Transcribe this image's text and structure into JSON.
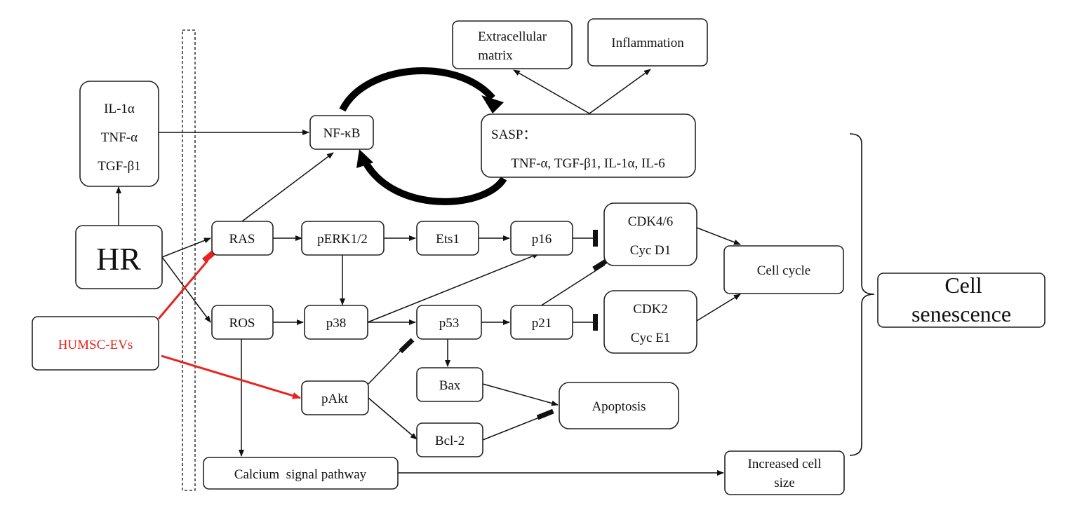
{
  "colors": {
    "stroke": "#111111",
    "box_stroke": "#222222",
    "intervention": "#e8231f",
    "background": "#ffffff"
  },
  "nodes": {
    "extracellular_matrix": {
      "lines": [
        "Extracellular",
        "matrix"
      ]
    },
    "inflammation": {
      "lines": [
        "Inflammation"
      ]
    },
    "cytokines": {
      "lines": [
        "IL-1α",
        "TNF-α",
        "TGF-β1"
      ]
    },
    "nfkb": {
      "lines": [
        "NF-κB"
      ]
    },
    "sasp": {
      "lines": [
        "SASP：",
        "TNF-α, TGF-β1, IL-1α, IL-6"
      ]
    },
    "hr": {
      "lines": [
        "HR"
      ]
    },
    "ras": {
      "lines": [
        "RAS"
      ]
    },
    "perk": {
      "lines": [
        "pERK1/2"
      ]
    },
    "ets1": {
      "lines": [
        "Ets1"
      ]
    },
    "p16": {
      "lines": [
        "p16"
      ]
    },
    "cdk46": {
      "lines": [
        "CDK4/6",
        "Cyc D1"
      ]
    },
    "cell_cycle": {
      "lines": [
        "Cell cycle"
      ]
    },
    "cell_senescence": {
      "lines": [
        "Cell",
        "senescence"
      ]
    },
    "humsc_evs": {
      "lines": [
        "HUMSC-EVs"
      ]
    },
    "ros": {
      "lines": [
        "ROS"
      ]
    },
    "p38": {
      "lines": [
        "p38"
      ]
    },
    "p53": {
      "lines": [
        "p53"
      ]
    },
    "p21": {
      "lines": [
        "p21"
      ]
    },
    "cdk2": {
      "lines": [
        "CDK2",
        "Cyc E1"
      ]
    },
    "pakt": {
      "lines": [
        "pAkt"
      ]
    },
    "bax": {
      "lines": [
        "Bax"
      ]
    },
    "bcl2": {
      "lines": [
        "Bcl-2"
      ]
    },
    "apoptosis": {
      "lines": [
        "Apoptosis"
      ]
    },
    "calcium": {
      "lines": [
        "Calcium  signal pathway"
      ]
    },
    "cell_size": {
      "lines": [
        "Increased cell",
        "size"
      ]
    }
  },
  "edges": [
    {
      "from": "cytokines",
      "to": "nfkb",
      "type": "activation"
    },
    {
      "from": "hr",
      "to": "cytokines",
      "type": "activation"
    },
    {
      "from": "hr",
      "to": "ras",
      "type": "activation"
    },
    {
      "from": "hr",
      "to": "ros",
      "type": "activation"
    },
    {
      "from": "ras",
      "to": "nfkb",
      "type": "activation"
    },
    {
      "from": "ras",
      "to": "perk",
      "type": "activation"
    },
    {
      "from": "perk",
      "to": "ets1",
      "type": "activation"
    },
    {
      "from": "ets1",
      "to": "p16",
      "type": "activation"
    },
    {
      "from": "perk",
      "to": "p38",
      "type": "activation"
    },
    {
      "from": "ros",
      "to": "p38",
      "type": "activation"
    },
    {
      "from": "p38",
      "to": "p16",
      "type": "activation"
    },
    {
      "from": "p38",
      "to": "p53",
      "type": "activation"
    },
    {
      "from": "p53",
      "to": "p21",
      "type": "activation"
    },
    {
      "from": "p16",
      "to": "cdk46",
      "type": "inhibition"
    },
    {
      "from": "p21",
      "to": "cdk46",
      "type": "inhibition"
    },
    {
      "from": "p21",
      "to": "cdk2",
      "type": "inhibition"
    },
    {
      "from": "cdk46",
      "to": "cell_cycle",
      "type": "activation"
    },
    {
      "from": "cdk2",
      "to": "cell_cycle",
      "type": "activation"
    },
    {
      "from": "p53",
      "to": "bax",
      "type": "activation"
    },
    {
      "from": "pakt",
      "to": "p53",
      "type": "inhibition"
    },
    {
      "from": "pakt",
      "to": "bcl2",
      "type": "activation"
    },
    {
      "from": "bax",
      "to": "apoptosis",
      "type": "activation"
    },
    {
      "from": "bcl2",
      "to": "apoptosis",
      "type": "inhibition"
    },
    {
      "from": "ros",
      "to": "calcium",
      "type": "activation"
    },
    {
      "from": "calcium",
      "to": "cell_size",
      "type": "activation"
    },
    {
      "from": "sasp",
      "to": "extracellular_matrix",
      "type": "activation"
    },
    {
      "from": "sasp",
      "to": "inflammation",
      "type": "activation"
    },
    {
      "from": "nfkb",
      "to": "sasp",
      "type": "feedback-loop"
    },
    {
      "from": "humsc_evs",
      "to": "ras",
      "type": "inhibition"
    },
    {
      "from": "humsc_evs",
      "to": "pakt",
      "type": "activation"
    },
    {
      "from": "cell_cycle",
      "to": "cell_senescence",
      "type": "bracket"
    },
    {
      "from": "cell_size",
      "to": "cell_senescence",
      "type": "bracket"
    }
  ]
}
